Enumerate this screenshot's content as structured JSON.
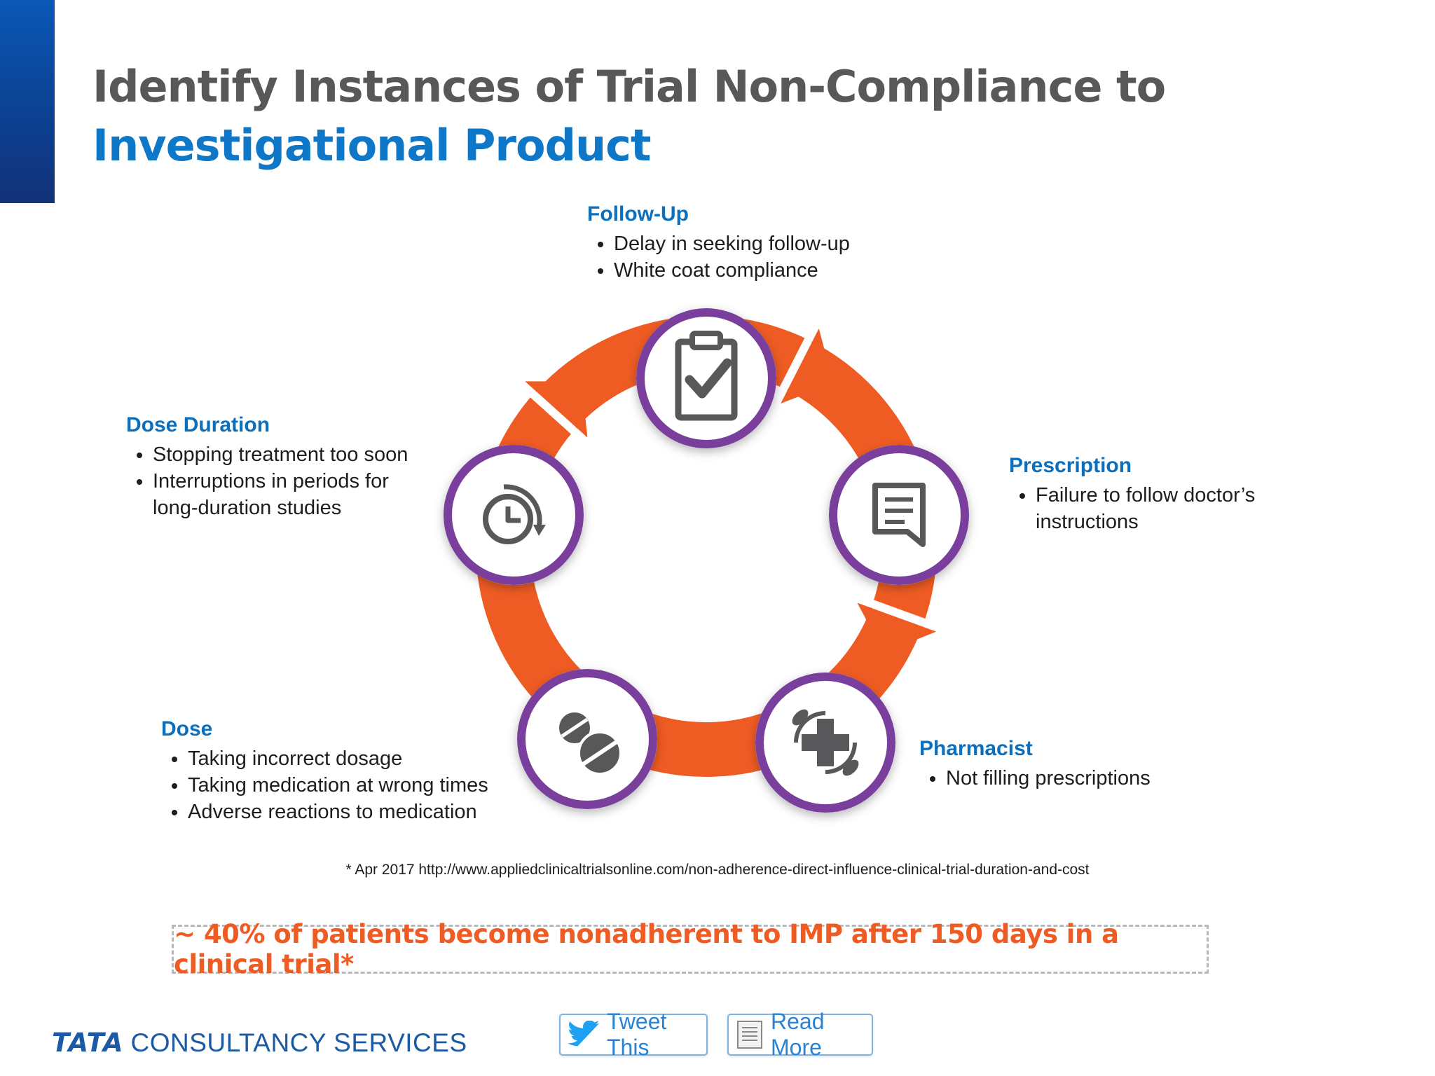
{
  "title": {
    "line1": "Identify Instances of Trial Non-Compliance to",
    "line2": "Investigational Product"
  },
  "stages": {
    "follow_up": {
      "heading": "Follow-Up",
      "items": [
        "Delay in seeking follow-up",
        "White coat compliance"
      ],
      "icon": "clipboard-check-icon"
    },
    "prescription": {
      "heading": "Prescription",
      "items": [
        "Failure to follow doctor’s instructions"
      ],
      "icon": "prescription-note-icon"
    },
    "pharmacist": {
      "heading": "Pharmacist",
      "items": [
        "Not filling prescriptions"
      ],
      "icon": "medical-cross-icon"
    },
    "dose": {
      "heading": "Dose",
      "items": [
        "Taking incorrect dosage",
        "Taking medication at wrong times",
        "Adverse reactions to medication"
      ],
      "icon": "pills-icon"
    },
    "dose_duration": {
      "heading": "Dose Duration",
      "items": [
        "Stopping treatment too soon",
        "Interruptions in periods for long-duration studies"
      ],
      "icon": "clock-cycle-icon"
    }
  },
  "footnote": "* Apr 2017 http://www.appliedclinicaltrialsonline.com/non-adherence-direct-influence-clinical-trial-duration-and-cost",
  "callout": "~ 40% of patients become nonadherent to IMP after 150 days in a clinical trial*",
  "footer": {
    "brand_bold": "TATA",
    "brand_rest": "CONSULTANCY SERVICES",
    "tweet_label": "Tweet This",
    "read_more_label": "Read More"
  },
  "colors": {
    "accent_blue": "#0e77c7",
    "heading_gray": "#58585a",
    "arrow_orange": "#ef5c23",
    "ring_purple": "#7a3e9d",
    "icon_gray": "#58585a"
  }
}
